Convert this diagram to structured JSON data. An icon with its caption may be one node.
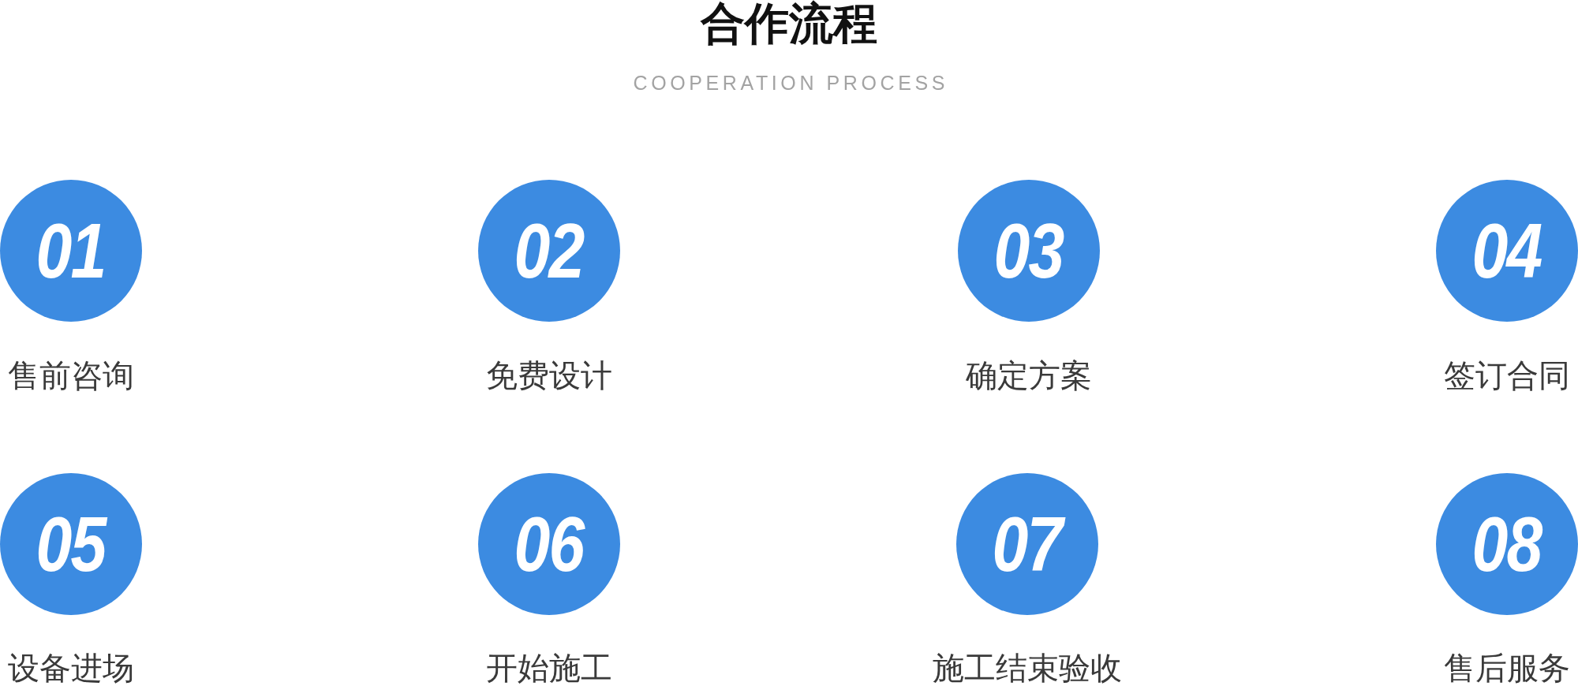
{
  "diagram": {
    "title": "合作流程",
    "nodes": [
      {
        "text": [
          "01"
        ],
        "beside": [
          "售前咨询"
        ]
      },
      {
        "text": [
          "02"
        ],
        "beside": [
          "免费设计"
        ]
      },
      {
        "text": [
          "03"
        ],
        "beside": [
          "确定方案"
        ]
      },
      {
        "text": [
          "04"
        ],
        "beside": [
          "签订合同"
        ]
      },
      {
        "text": [
          "05"
        ],
        "beside": [
          "设备进场"
        ]
      },
      {
        "text": [
          "06"
        ],
        "beside": [
          "开始施工"
        ]
      },
      {
        "text": [
          "07"
        ],
        "beside": [
          "施工结束验收"
        ]
      },
      {
        "text": [
          "08"
        ],
        "beside": [
          "售后服务"
        ]
      }
    ],
    "labels": [
      "COOPERATION PROCESS"
    ]
  }
}
